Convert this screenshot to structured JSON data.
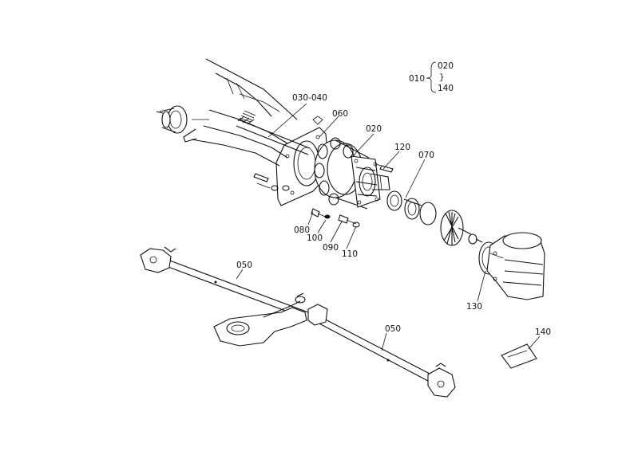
{
  "diagram": {
    "legend": {
      "ref": "010",
      "top": "020",
      "mid": "}",
      "bottom": "140"
    },
    "callouts": {
      "c030_040": "030-040",
      "c060": "060",
      "c020": "020",
      "c120": "120",
      "c070": "070",
      "c080": "080",
      "c100": "100",
      "c090": "090",
      "c110": "110",
      "c050a": "050",
      "c050b": "050",
      "c130": "130",
      "c140": "140"
    }
  }
}
